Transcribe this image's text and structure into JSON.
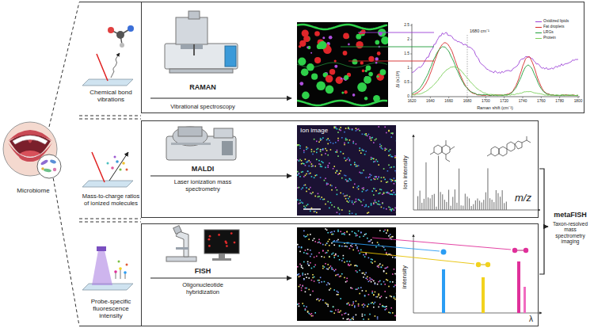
{
  "diagram": {
    "nodes": [
      {
        "text": [
          "Microbiome"
        ]
      },
      {
        "text": [
          "RAMAN",
          "Vibrational spectroscopy"
        ]
      },
      {
        "text": [
          "MALDI",
          "Laser ionization mass spectrometry"
        ]
      },
      {
        "text": [
          "FISH",
          "Oligonucleotide hybridization"
        ]
      },
      {
        "text": [
          "Ion image"
        ],
        "in": 2
      }
    ],
    "labels": [
      "Chemical bond vibrations",
      "Mass-to-charge ratios of ionized molecules",
      "Probe-specific fluorescence intensity",
      "1680 cm⁻¹",
      "Raman shift (cm⁻¹)",
      "ΔI (x10³)",
      "1620",
      "1640",
      "1660",
      "1680",
      "1700",
      "1720",
      "1740",
      "1760",
      "1780",
      "1800",
      "0",
      "0.5",
      "1",
      "1.5",
      "2",
      "2.5",
      "Ion intensity",
      "m/z",
      "intensity",
      "λ",
      "metaFISH",
      "Taxon-resolved mass spectrometry imaging"
    ],
    "legend": [
      {
        "text": "Oxidized lipids"
      },
      {
        "text": "Fat droplets"
      },
      {
        "text": "LRGs"
      },
      {
        "text": "Protein"
      }
    ]
  }
}
